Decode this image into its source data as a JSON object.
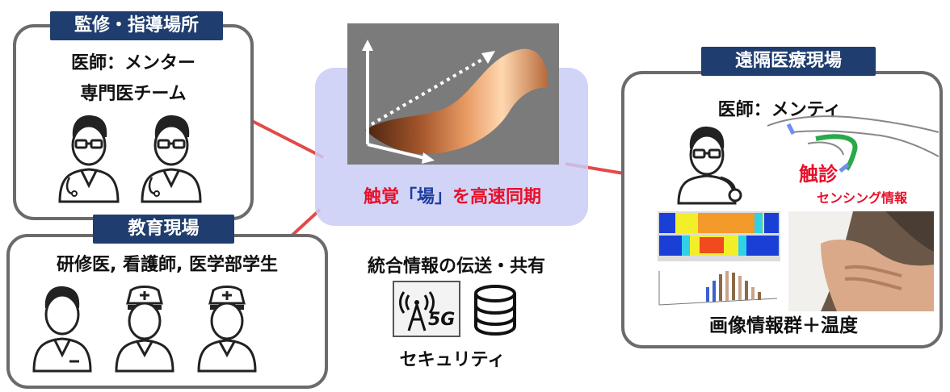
{
  "supervision": {
    "tag": "監修・指導場所",
    "line1": "医師：メンター",
    "line2": "専門医チーム"
  },
  "education": {
    "tag": "教育現場",
    "line1": "研修医, 看護師, 医学部学生"
  },
  "center": {
    "caption_prefix": "触覚",
    "caption_quote": "「場」",
    "caption_suffix": "を高速同期"
  },
  "sharing": {
    "title": "統合情報の伝送・共有",
    "fiveg_label": "5G",
    "security": "セキュリティ"
  },
  "remote": {
    "tag": "遠隔医療現場",
    "mentee": "医師：メンティ",
    "palpation": "触診",
    "sensing": "センシング情報",
    "image_caption": "画像情報群＋温度"
  },
  "colors": {
    "tag_bg": "#1f3d6e",
    "frame": "#6b6b6b",
    "connector": "#e24a4a",
    "caption_red": "#e8102a",
    "highlight": "#c9cdf5"
  },
  "icons": [
    "doctor-icon",
    "nurse-icon",
    "stethoscope-icon",
    "5g-antenna-icon",
    "database-icon"
  ]
}
